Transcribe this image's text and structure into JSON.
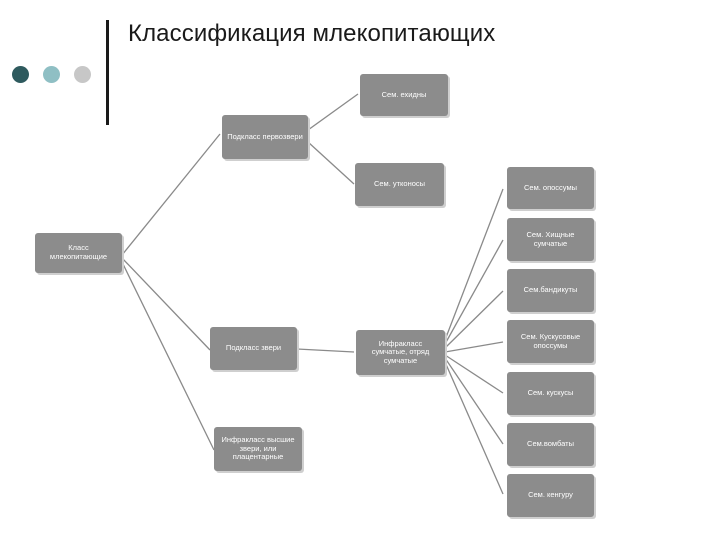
{
  "title": "Классификация млекопитающих",
  "colors": {
    "dot_1": "#2e5a5e",
    "dot_2": "#8fbfc4",
    "dot_3": "#c7c7c7",
    "node_fill": "#8c8c8c",
    "node_shadow": "#cfcfcf",
    "connector": "#8a8a8a"
  },
  "nodes": {
    "mammals_class": "Класс млекопитающие",
    "prototheria": "Подкласс первозвери",
    "echidnas": "Сем. ехидны",
    "platypuses": "Сем. утконосы",
    "theria": "Подкласс звери",
    "placentals": "Инфракласс высшие звери, или плацентарные",
    "marsupials": "Инфракласс сумчатые, отряд сумчатые",
    "opossums": "Сем. опоссумы",
    "predatory_marsupials": "Сем. Хищные сумчатые",
    "bandicoots": "Сем.бандикуты",
    "possums": "Сем. Кускусовые опоссумы",
    "cuscuses": "Сем. кускусы",
    "wombats": "Сем.вомбаты",
    "kangaroos": "Сем. кенгуру"
  }
}
